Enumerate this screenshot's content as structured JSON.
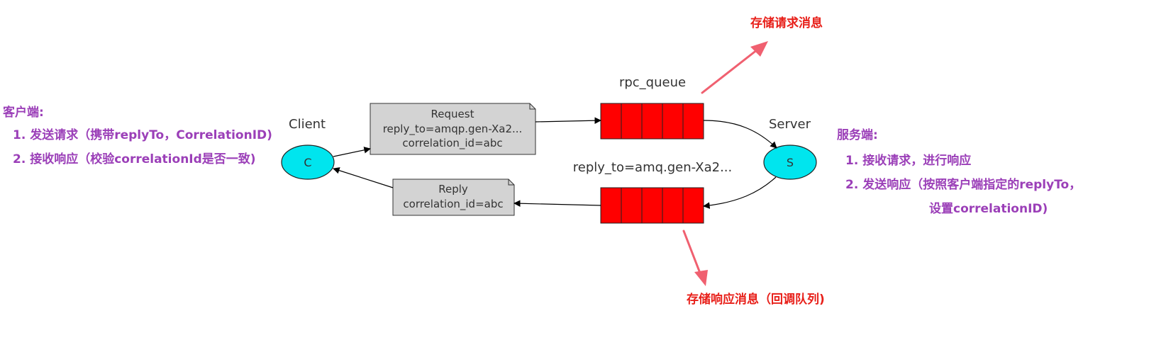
{
  "client": {
    "label": "Client",
    "node": "C",
    "heading": "客户端:",
    "items": [
      "1. 发送请求（携带replyTo，CorrelationID)",
      "2. 接收响应（校验correlationId是否一致)"
    ]
  },
  "server": {
    "label": "Server",
    "node": "S",
    "heading": "服务端:",
    "items": [
      "1. 接收请求，进行响应",
      "2. 发送响应（按照客户端指定的replyTo，",
      "设置correlationID)"
    ]
  },
  "request_note": {
    "lines": [
      "Request",
      "reply_to=amqp.gen-Xa2...",
      "correlation_id=abc"
    ]
  },
  "reply_note": {
    "lines": [
      "Reply",
      "correlation_id=abc"
    ]
  },
  "queues": {
    "request_label": "rpc_queue",
    "reply_label": "reply_to=amq.gen-Xa2..."
  },
  "annotations": {
    "store_request": "存储请求消息",
    "store_response": "存储响应消息（回调队列)"
  },
  "colors": {
    "node_fill": "#00e5ee",
    "queue_fill": "#ff0000",
    "note_fill": "#d3d3d3",
    "annotation": "#e8201a",
    "description": "#9b3fb8",
    "callout_arrow": "#f06070"
  }
}
